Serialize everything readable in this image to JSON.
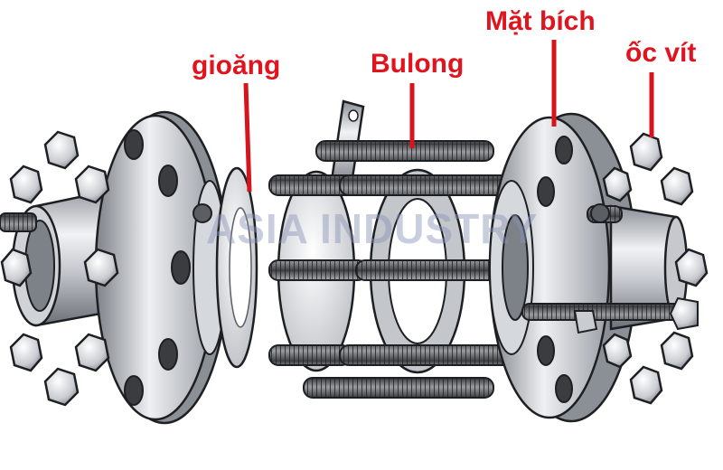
{
  "labels": {
    "mat_bich": "Mặt bích",
    "gioang": "gioăng",
    "bulong": "Bulong",
    "oc_vit": "ốc vít"
  },
  "watermark": {
    "text": "ASIA INDUSTRY"
  },
  "colors": {
    "label": "#e0141e",
    "leader_line": "#d5141c",
    "metal_light": "#f2f3f5",
    "metal_mid": "#b9bcc2",
    "metal_dark": "#6f737a",
    "outline": "#1e1f22",
    "bolt_dark": "#2f3033",
    "watermark": "#8a93b8"
  }
}
